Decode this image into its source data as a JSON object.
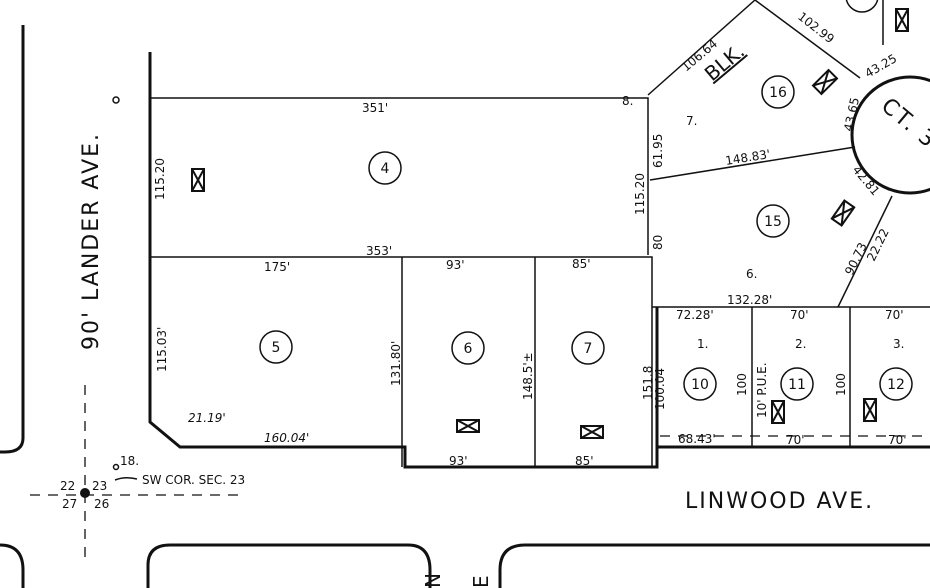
{
  "streets": {
    "lander": "90' LANDER AVE.",
    "linwood": "LINWOOD AVE.",
    "court": "CT. 3"
  },
  "block_label": "BLK.",
  "lots": [
    {
      "number": "4"
    },
    {
      "number": "5"
    },
    {
      "number": "6"
    },
    {
      "number": "7"
    },
    {
      "number": "16"
    },
    {
      "number": "15"
    },
    {
      "number": "10"
    },
    {
      "number": "11"
    },
    {
      "number": "12"
    }
  ],
  "sublots": [
    "8.",
    "7.",
    "6.",
    "1.",
    "2.",
    "3."
  ],
  "dimensions": {
    "lot4_top": "351'",
    "lot4_bottom": "353'",
    "lot4_left": "115.20",
    "lot4_right": "115.20",
    "lot5_top": "175'",
    "lot5_left": "115.03'",
    "lot5_right": "131.80'",
    "chamfer": "21.19'",
    "lot5_bottom": "160.04'",
    "lot6_top": "93'",
    "lot6_bottom": "93'",
    "lot6_right": "148.5'±",
    "lot7_top": "85'",
    "lot7_bottom": "85'",
    "lot7_right": "151.8",
    "lot16_nw": "106.64",
    "lot16_ne": "102.99",
    "lot16_arc1": "43.25",
    "lot16_arc2": "43.65",
    "lot16_west": "61.95",
    "lot16_south": "148.83'",
    "lot15_west": "80",
    "lot15_arc": "42.81",
    "lot15_se": "90.73",
    "lot15_se2": "22.22",
    "lot15_south": "132.28'",
    "lot10_top": "72.28'",
    "lot10_left": "100.04",
    "lot10_right": "100",
    "lot10_bottom": "68.43'",
    "lot11_top": "70'",
    "lot11_right": "100",
    "lot11_bottom": "70'",
    "lot12_top": "70'",
    "lot12_bottom": "70'",
    "pue": "10' P.U.E."
  },
  "section": {
    "label": "SW COR. SEC. 23",
    "marker": "18.",
    "q1": "22",
    "q2": "23",
    "q3": "27",
    "q4": "26"
  },
  "bottom_letters": {
    "left": "N",
    "right": "E"
  }
}
